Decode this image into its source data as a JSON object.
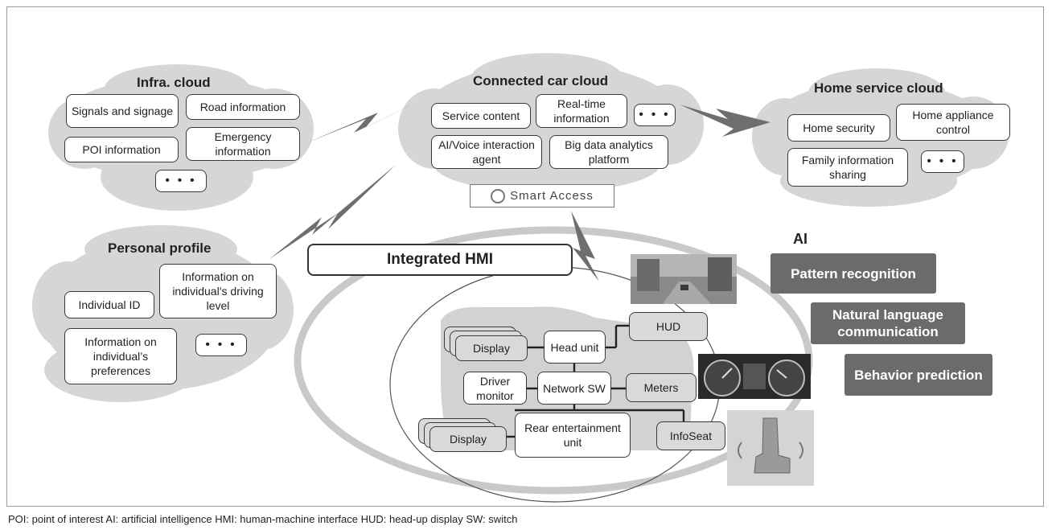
{
  "clouds": {
    "infra": {
      "title": "Infra. cloud",
      "items": [
        "Signals and signage",
        "Road information",
        "POI information",
        "Emergency information",
        "• • •"
      ]
    },
    "connected": {
      "title": "Connected car cloud",
      "items": [
        "Service content",
        "Real-time information",
        "• • •",
        "AI/Voice interaction agent",
        "Big data analytics platform"
      ]
    },
    "home": {
      "title": "Home service cloud",
      "items": [
        "Home security",
        "Home appliance control",
        "Family information sharing",
        "• • •"
      ]
    },
    "personal": {
      "title": "Personal profile",
      "items": [
        "Individual ID",
        "Information on individual’s driving level",
        "Information on individual’s preferences",
        "• • •"
      ]
    }
  },
  "logo": "Smart Access",
  "hmi": {
    "title": "Integrated HMI",
    "components": {
      "display_front": "Display",
      "head_unit": "Head unit",
      "hud": "HUD",
      "driver_monitor": "Driver monitor",
      "network_sw": "Network SW",
      "meters": "Meters",
      "display_rear": "Display",
      "rear_entertainment": "Rear entertainment unit",
      "infoseat": "InfoSeat"
    }
  },
  "ai": {
    "label": "AI",
    "items": [
      "Pattern recognition",
      "Natural language communication",
      "Behavior prediction"
    ]
  },
  "footnote": "POI: point of interest   AI: artificial intelligence   HMI: human-machine interface   HUD: head-up display   SW: switch",
  "colors": {
    "cloud": "#d6d6d6",
    "ai_box": "#6b6b6b",
    "lightning": "#707070",
    "ring": "#cccccc"
  }
}
